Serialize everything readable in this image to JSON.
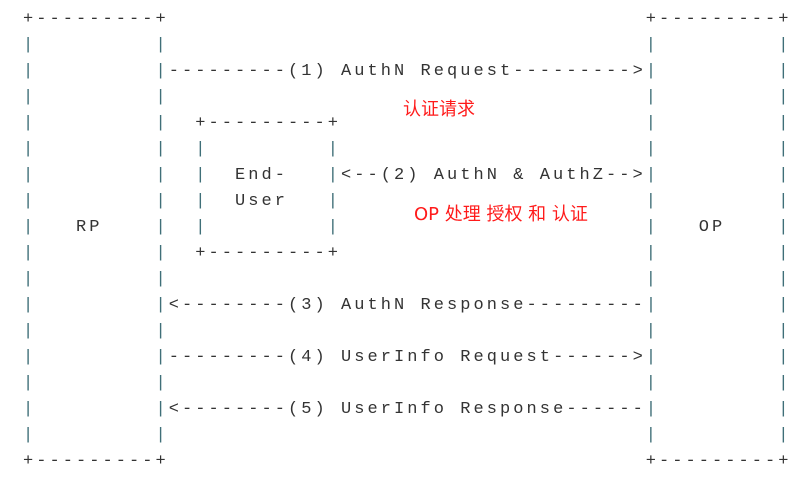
{
  "diagram": {
    "lines": [
      "+---------+                                    +---------+",
      "|         |                                    |         |",
      "|         |---------(1) AuthN Request--------->|         |",
      "|         |                                    |         |",
      "|         |  +---------+                       |         |",
      "|         |  |         |                       |         |",
      "|         |  |  End-   |<--(2) AuthN & AuthZ-->|         |",
      "|         |  |  User   |                       |         |",
      "|   RP    |  |         |                       |   OP    |",
      "|         |  +---------+                       |         |",
      "|         |                                    |         |",
      "|         |<--------(3) AuthN Response---------|         |",
      "|         |                                    |         |",
      "|         |---------(4) UserInfo Request------>|         |",
      "|         |                                    |         |",
      "|         |<--------(5) UserInfo Response------|         |",
      "|         |                                    |         |",
      "+---------+                                    +---------+"
    ],
    "annotations": {
      "authn_request": "认证请求",
      "op_processing": "OP 处理 授权 和 认证"
    },
    "colors": {
      "text": "#333333",
      "pipes": "#3f6f78",
      "annotation": "#ff1a1a"
    }
  }
}
